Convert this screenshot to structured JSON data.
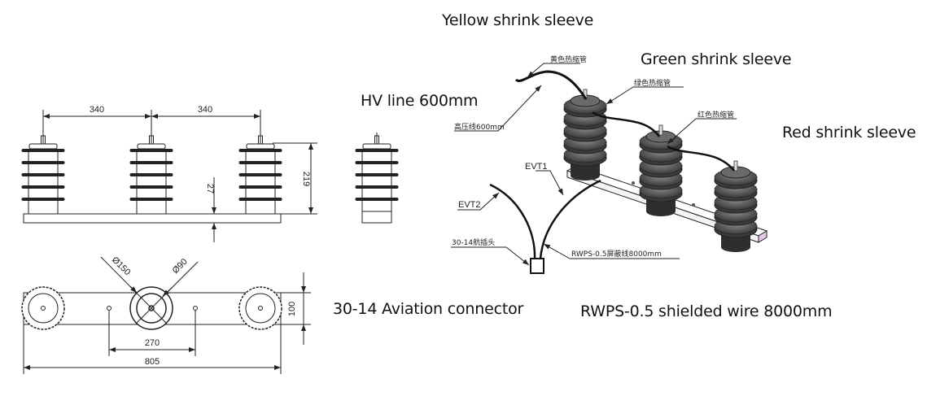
{
  "captions": {
    "yellow_sleeve": "Yellow shrink sleeve",
    "green_sleeve": "Green shrink sleeve",
    "hv_line": "HV line 600mm",
    "red_sleeve": "Red shrink sleeve",
    "aviation_connector": "30-14 Aviation connector",
    "shielded_wire": "RWPS-0.5 shielded wire 8000mm"
  },
  "front_view": {
    "spacing_left": "340",
    "spacing_right": "340",
    "height": "219",
    "base_thickness": "27"
  },
  "top_view": {
    "outer_diameter": "Ø150",
    "inner_diameter": "Ø90",
    "width": "100",
    "hole_spacing": "270",
    "total_length": "805"
  },
  "iso_labels": {
    "yellow_cn": "黄色热缩管",
    "green_cn": "绿色热缩管",
    "red_cn": "红色热缩管",
    "hv_cn": "高压线600mm",
    "evt1": "EVT1",
    "evt2": "EVT2",
    "connector_cn": "30-14航插头",
    "wire_cn": "RWPS-0.5屏蔽线8000mm"
  },
  "colors": {
    "line": "#222222",
    "insulator_fill": "#5a5a5a",
    "base_end": "#e8c8e8"
  }
}
